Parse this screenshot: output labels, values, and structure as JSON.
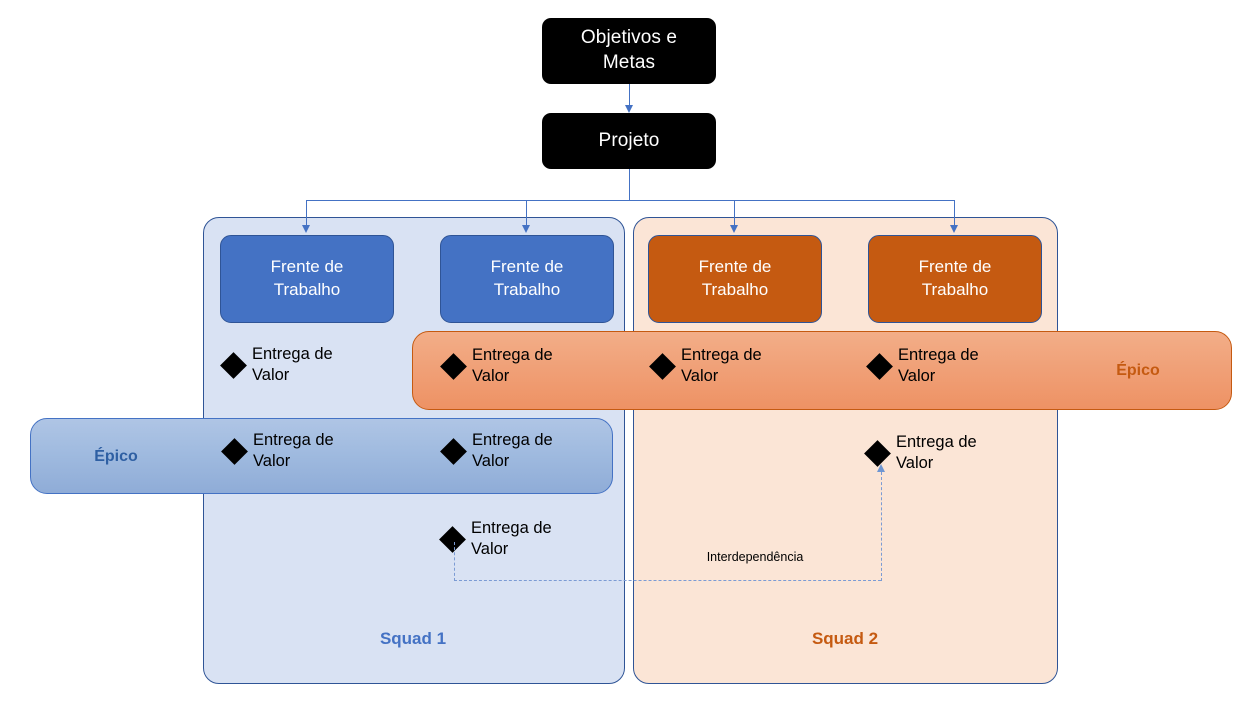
{
  "diagram": {
    "title_nodes": [
      {
        "id": "objetivos",
        "label": "Objetivos e\nMetas"
      },
      {
        "id": "projeto",
        "label": "Projeto"
      }
    ],
    "squads": [
      {
        "id": "squad-1",
        "label": "Squad 1",
        "accent": "#4472C4",
        "panel_fill": "#D9E2F3",
        "frentes": [
          {
            "label": "Frente de\nTrabalho"
          },
          {
            "label": "Frente de\nTrabalho"
          }
        ],
        "deliveries": [
          {
            "label": "Entrega de\nValor"
          },
          {
            "label": "Entrega de\nValor"
          },
          {
            "label": "Entrega de\nValor"
          },
          {
            "label": "Entrega de\nValor"
          }
        ]
      },
      {
        "id": "squad-2",
        "label": "Squad 2",
        "accent": "#C55A11",
        "panel_fill": "#FBE5D6",
        "frentes": [
          {
            "label": "Frente de\nTrabalho"
          },
          {
            "label": "Frente de\nTrabalho"
          }
        ],
        "deliveries": [
          {
            "label": "Entrega de\nValor"
          },
          {
            "label": "Entrega de\nValor"
          },
          {
            "label": "Entrega de\nValor"
          },
          {
            "label": "Entrega de\nValor"
          }
        ]
      }
    ],
    "epics": [
      {
        "id": "epic-orange",
        "label": "Épico",
        "color": "#C55A11",
        "fill": "#F0A077",
        "items": [
          {
            "label": "Entrega de\nValor"
          },
          {
            "label": "Entrega de\nValor"
          },
          {
            "label": "Entrega de\nValor"
          }
        ]
      },
      {
        "id": "epic-blue",
        "label": "Épico",
        "color": "#2E5FA3",
        "fill": "#9FBADF",
        "items": [
          {
            "label": "Entrega de\nValor"
          },
          {
            "label": "Entrega de\nValor"
          }
        ]
      }
    ],
    "annotations": [
      {
        "id": "interdependencia",
        "label": "Interdependência"
      }
    ],
    "colors": {
      "black": "#000000",
      "blue": "#4472C4",
      "orange": "#C55A11",
      "panel_border": "#2F5496",
      "connector": "#4472C4",
      "dashed": "#7B9BD4"
    }
  }
}
